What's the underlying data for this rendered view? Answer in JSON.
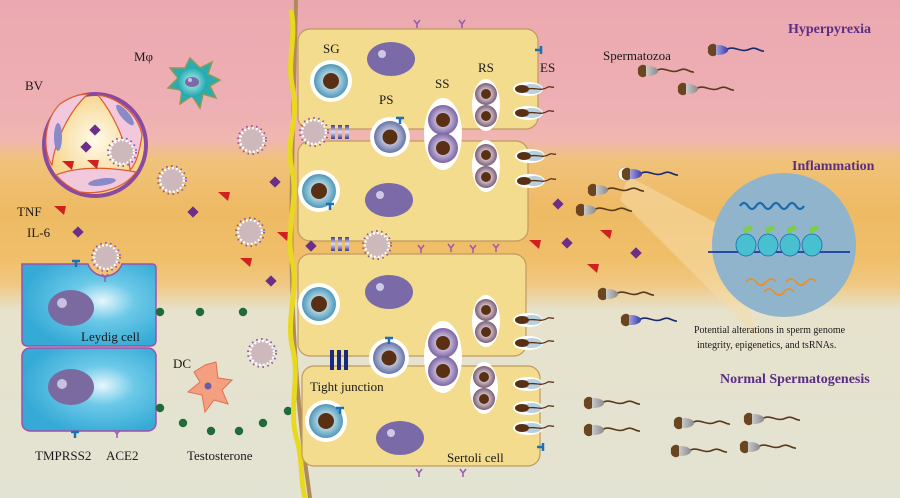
{
  "figure": {
    "zones": {
      "top": "Hyperpyrexia",
      "middle": "Inflammation",
      "bottom": "Normal Spermatogenesis"
    },
    "labels": {
      "macrophage": "Mφ",
      "blood_vessel": "BV",
      "tnf": "TNF",
      "il6": "IL-6",
      "leydig": "Leydig cell",
      "dendritic": "DC",
      "tmprss2": "TMPRSS2",
      "ace2": "ACE2",
      "testosterone": "Testosterone",
      "tight_junction": "Tight junction",
      "sertoli": "Sertoli cell",
      "sg": "SG",
      "ps": "PS",
      "ss": "SS",
      "rs": "RS",
      "es": "ES",
      "spermatozoa": "Spermatozoa"
    },
    "callout": {
      "line1": "Potential alterations in sperm genome",
      "line2": "integrity, epigenetics, and tsRNAs."
    },
    "colors": {
      "heading": "#5b2e86",
      "sertoli_fill": "#f3dc8e",
      "leydig_fill": "#3fb6dc",
      "virus": "#cdb8bc",
      "tnf": "#d02020",
      "il6": "#6b2f8a",
      "testosterone": "#1f6b3a",
      "callout_circle": "#8fb4cc"
    }
  }
}
